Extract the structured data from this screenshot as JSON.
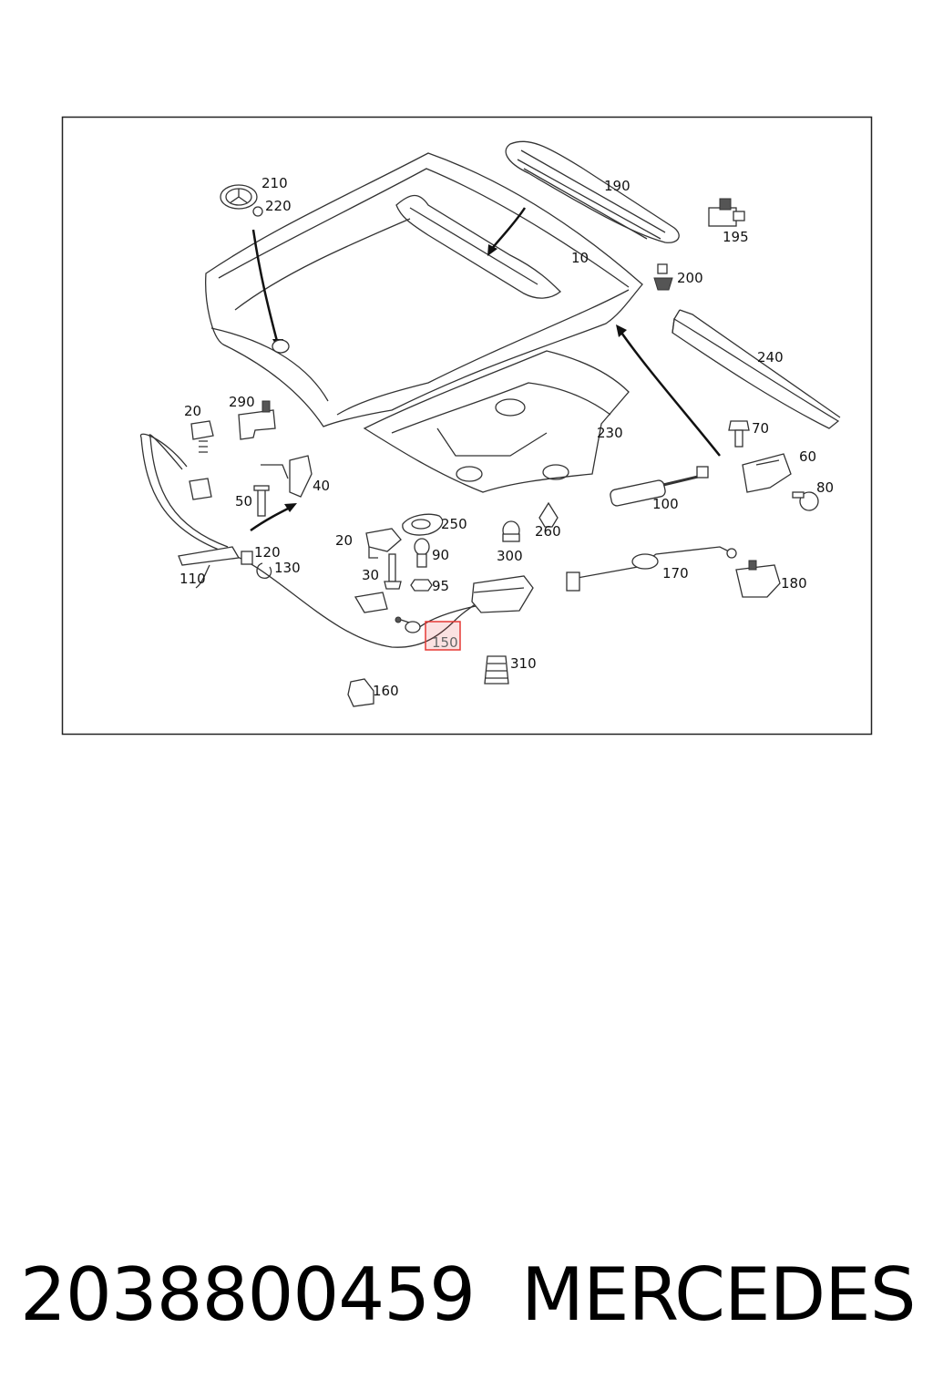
{
  "diagram": {
    "callouts": [
      {
        "id": "10",
        "text": "10"
      },
      {
        "id": "20a",
        "text": "20"
      },
      {
        "id": "20b",
        "text": "20"
      },
      {
        "id": "30",
        "text": "30"
      },
      {
        "id": "40",
        "text": "40"
      },
      {
        "id": "50",
        "text": "50"
      },
      {
        "id": "60",
        "text": "60"
      },
      {
        "id": "70",
        "text": "70"
      },
      {
        "id": "80",
        "text": "80"
      },
      {
        "id": "90",
        "text": "90"
      },
      {
        "id": "95",
        "text": "95"
      },
      {
        "id": "100",
        "text": "100"
      },
      {
        "id": "110",
        "text": "110"
      },
      {
        "id": "120",
        "text": "120"
      },
      {
        "id": "130",
        "text": "130"
      },
      {
        "id": "150",
        "text": "150"
      },
      {
        "id": "160",
        "text": "160"
      },
      {
        "id": "170",
        "text": "170"
      },
      {
        "id": "180",
        "text": "180"
      },
      {
        "id": "190",
        "text": "190"
      },
      {
        "id": "195",
        "text": "195"
      },
      {
        "id": "200",
        "text": "200"
      },
      {
        "id": "210",
        "text": "210"
      },
      {
        "id": "220",
        "text": "220"
      },
      {
        "id": "230",
        "text": "230"
      },
      {
        "id": "240",
        "text": "240"
      },
      {
        "id": "250",
        "text": "250"
      },
      {
        "id": "260",
        "text": "260"
      },
      {
        "id": "290",
        "text": "290"
      },
      {
        "id": "300",
        "text": "300"
      },
      {
        "id": "310",
        "text": "310"
      }
    ],
    "highlighted_callout": "150",
    "highlight_color": "#e53935"
  },
  "footer": {
    "part_number": "2038800459",
    "brand": "MERCEDES"
  }
}
